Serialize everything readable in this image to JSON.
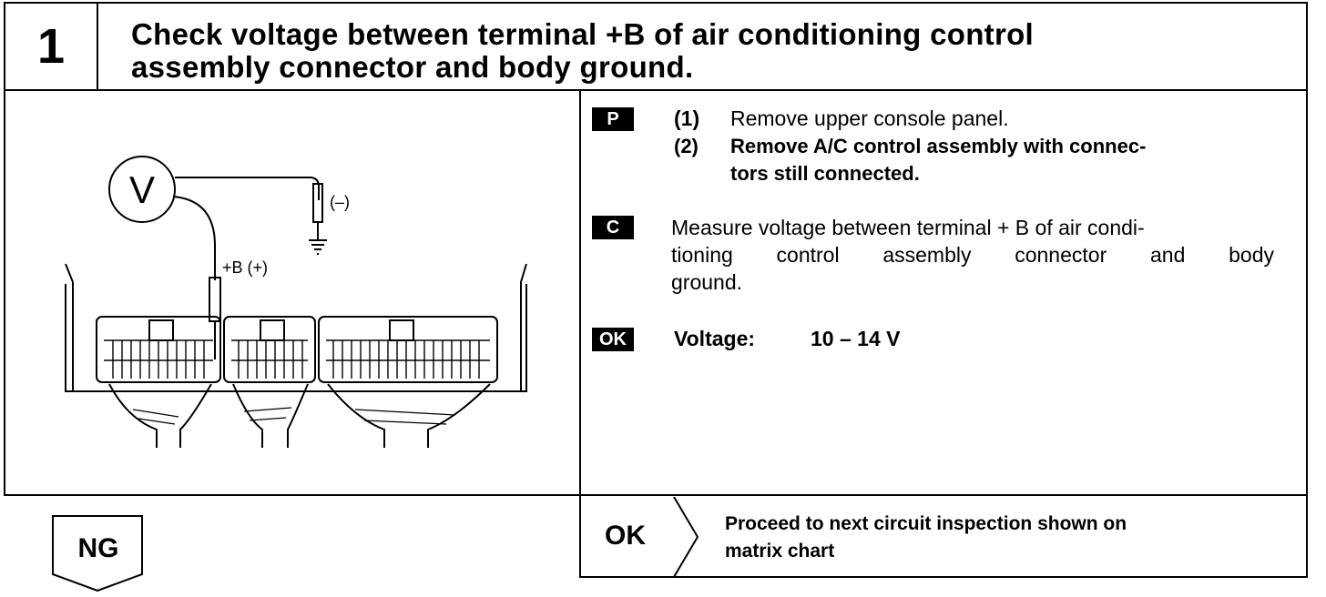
{
  "step": {
    "number": "1",
    "title_line1": "Check voltage between terminal +B of air conditioning control",
    "title_line2": "assembly connector and body ground."
  },
  "diagram": {
    "meter_symbol": "V",
    "negative_label": "(–)",
    "positive_label": "+B (+)"
  },
  "instructions": {
    "prep_badge": "P",
    "prep_steps": [
      {
        "num": "(1)",
        "line1": "Remove upper console panel."
      },
      {
        "num": "(2)",
        "line1": "Remove A/C control assembly with connec-",
        "line2": "tors still connected."
      }
    ],
    "check_badge": "C",
    "check_lines": [
      "Measure voltage between terminal + B of air condi-",
      "tioning control assembly connector and body",
      "ground."
    ],
    "ok_badge": "OK",
    "spec_label": "Voltage:",
    "spec_value": "10 – 14 V"
  },
  "results": {
    "ng_label": "NG",
    "ok_label": "OK",
    "ok_action_line1": "Proceed to next circuit inspection shown on",
    "ok_action_line2": "matrix chart"
  }
}
